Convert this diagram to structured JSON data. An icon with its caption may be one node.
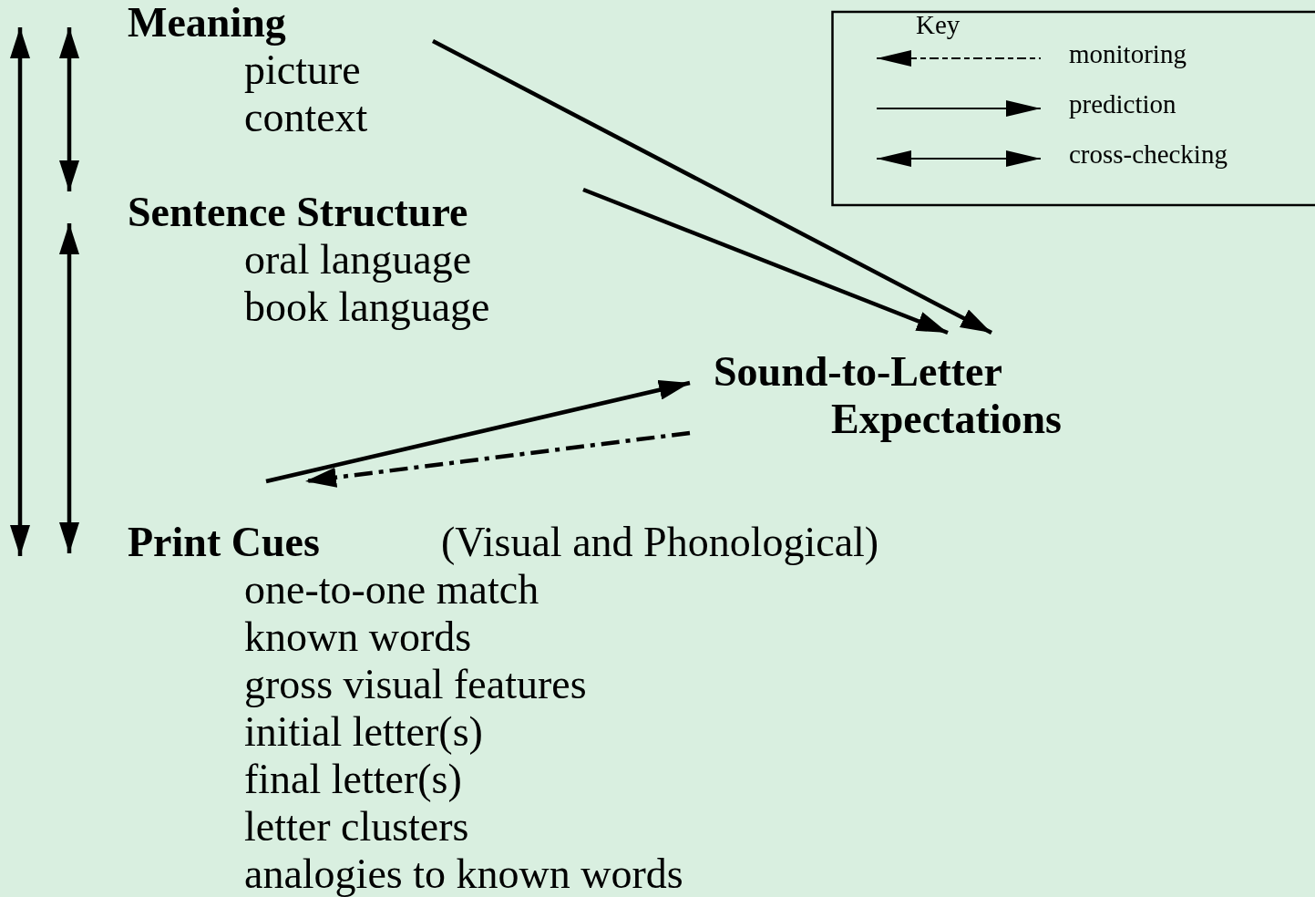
{
  "diagram": {
    "nodes": [
      {
        "text": [
          "Meaning",
          "picture",
          "context"
        ]
      },
      {
        "text": [
          "Sentence Structure",
          "oral language",
          "book language"
        ]
      },
      {
        "text": [
          "Sound-to-Letter Expectations"
        ]
      },
      {
        "text": [
          "Print Cues",
          "(Visual and Phonological)",
          "one-to-one match",
          "known words",
          "gross visual features",
          "initial letter(s)",
          "final letter(s)",
          "letter clusters",
          "analogies to known words"
        ]
      }
    ],
    "edges": [
      {
        "from": 0,
        "to": 2,
        "arrow": "to"
      },
      {
        "from": 1,
        "to": 2,
        "arrow": "to"
      },
      {
        "from": 3,
        "to": 2,
        "arrow": "to"
      },
      {
        "from": 2,
        "to": 3,
        "arrow": "to",
        "style": "dashed"
      },
      {
        "from": 0,
        "to": 1,
        "arrow": "both"
      },
      {
        "from": 1,
        "to": 3,
        "arrow": "both"
      },
      {
        "from": 0,
        "to": 3,
        "arrow": "both"
      }
    ],
    "labels": [
      "Key"
    ],
    "legend": [
      {
        "text": "monitoring"
      },
      {
        "text": "prediction"
      },
      {
        "text": "cross-checking"
      }
    ]
  }
}
